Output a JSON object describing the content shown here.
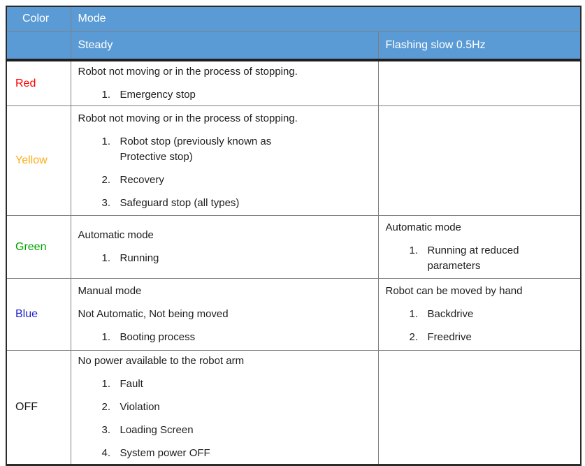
{
  "table": {
    "header": {
      "color": "Color",
      "mode": "Mode",
      "steady": "Steady",
      "flashing": "Flashing slow 0.5Hz",
      "bg": "#5B9BD5",
      "text_color": "#ffffff"
    },
    "rows": [
      {
        "color_label": "Red",
        "color_hex": "#FF0000",
        "height": 60,
        "steady": {
          "paragraphs": [
            "Robot not moving or in the process of stopping."
          ],
          "items": [
            "Emergency stop"
          ]
        },
        "flashing": {
          "paragraphs": [],
          "items": []
        }
      },
      {
        "color_label": "Yellow",
        "color_hex": "#FCAE17",
        "height": 157,
        "steady": {
          "paragraphs": [
            "Robot not moving or in the process of stopping."
          ],
          "items": [
            "Robot stop (previously known as\nProtective stop)",
            "Recovery",
            "Safeguard stop (all types)"
          ]
        },
        "flashing": {
          "paragraphs": [],
          "items": []
        }
      },
      {
        "color_label": "Green",
        "color_hex": "#00A000",
        "height": 90,
        "steady": {
          "paragraphs": [
            "Automatic mode"
          ],
          "items": [
            "Running"
          ]
        },
        "flashing": {
          "paragraphs": [
            "Automatic mode"
          ],
          "items": [
            "Running at reduced\nparameters"
          ]
        }
      },
      {
        "color_label": "Blue",
        "color_hex": "#2222CC",
        "height": 103,
        "steady": {
          "paragraphs": [
            "Manual mode",
            "Not Automatic, Not being moved"
          ],
          "items": [
            "Booting process"
          ]
        },
        "flashing": {
          "paragraphs": [
            "Robot can be moved by hand"
          ],
          "items": [
            "Backdrive",
            "Freedrive"
          ]
        }
      },
      {
        "color_label": "OFF",
        "color_hex": "#1d1d1f",
        "height": 160,
        "steady": {
          "paragraphs": [
            "No power available to the robot arm"
          ],
          "items": [
            "Fault",
            "Violation",
            "Loading Screen",
            "System power OFF"
          ]
        },
        "flashing": {
          "paragraphs": [],
          "items": []
        }
      }
    ]
  }
}
